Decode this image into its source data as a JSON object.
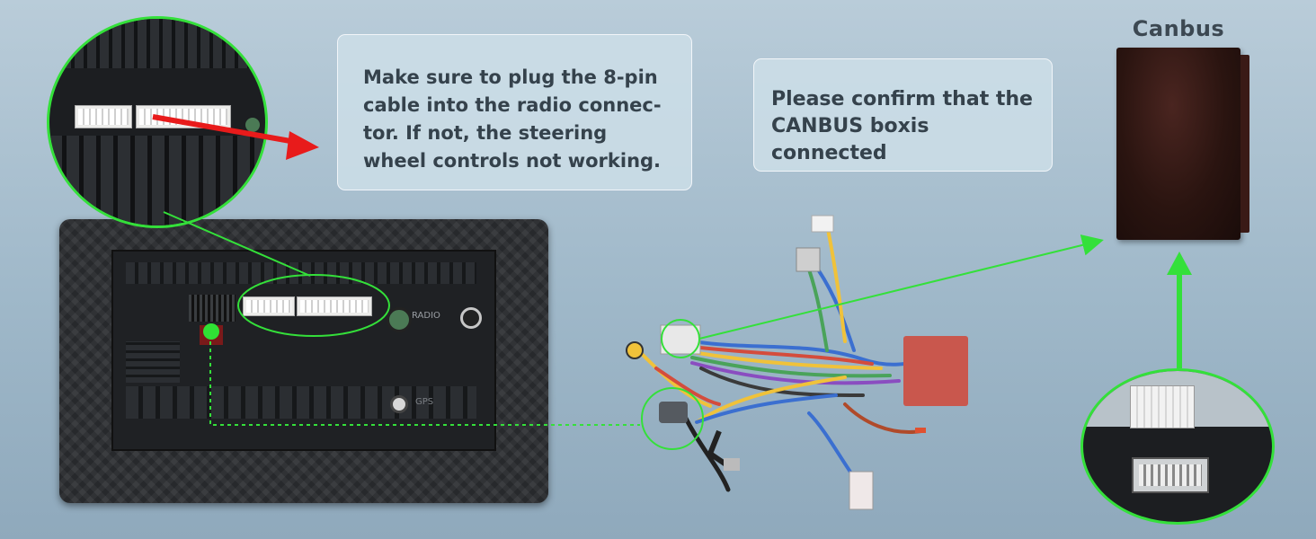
{
  "callouts": {
    "radio": "Make sure to plug the 8-pin cable into the radio connec-tor. If not, the steering wheel controls not working.",
    "canbus": "Please confirm that the CANBUS boxis connected"
  },
  "canbus_title": "Canbus",
  "radio_labels": {
    "radio": "RADIO",
    "gps": "GPS"
  },
  "colors": {
    "highlight_green": "#34e03a",
    "arrow_red": "#e81b1b",
    "background": "#a9c0d0"
  }
}
